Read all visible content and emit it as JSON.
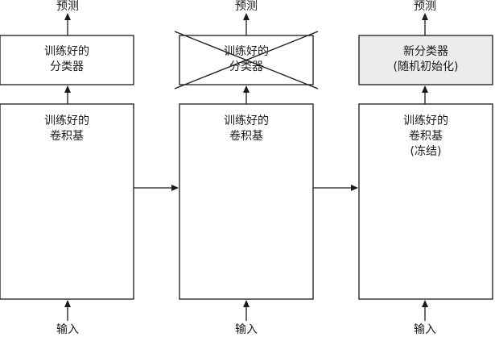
{
  "columns": [
    {
      "prediction_label": "预测",
      "classifier": {
        "lines": [
          "训练好的",
          "分类器"
        ],
        "crossed_out": false,
        "shaded": false
      },
      "conv_base": {
        "lines": [
          "训练好的",
          "卷积基"
        ]
      },
      "input_label": "输入"
    },
    {
      "prediction_label": "预测",
      "classifier": {
        "lines": [
          "训练好的",
          "分类器"
        ],
        "crossed_out": true,
        "shaded": false
      },
      "conv_base": {
        "lines": [
          "训练好的",
          "卷积基"
        ]
      },
      "input_label": "输入"
    },
    {
      "prediction_label": "预测",
      "classifier": {
        "lines": [
          "新分类器",
          "(随机初始化)"
        ],
        "crossed_out": false,
        "shaded": true
      },
      "conv_base": {
        "lines": [
          "训练好的",
          "卷积基",
          "(冻结)"
        ]
      },
      "input_label": "输入"
    }
  ],
  "colors": {
    "line": "#1a1a1a",
    "box_fill": "#ffffff",
    "shaded_fill": "#ececec"
  }
}
